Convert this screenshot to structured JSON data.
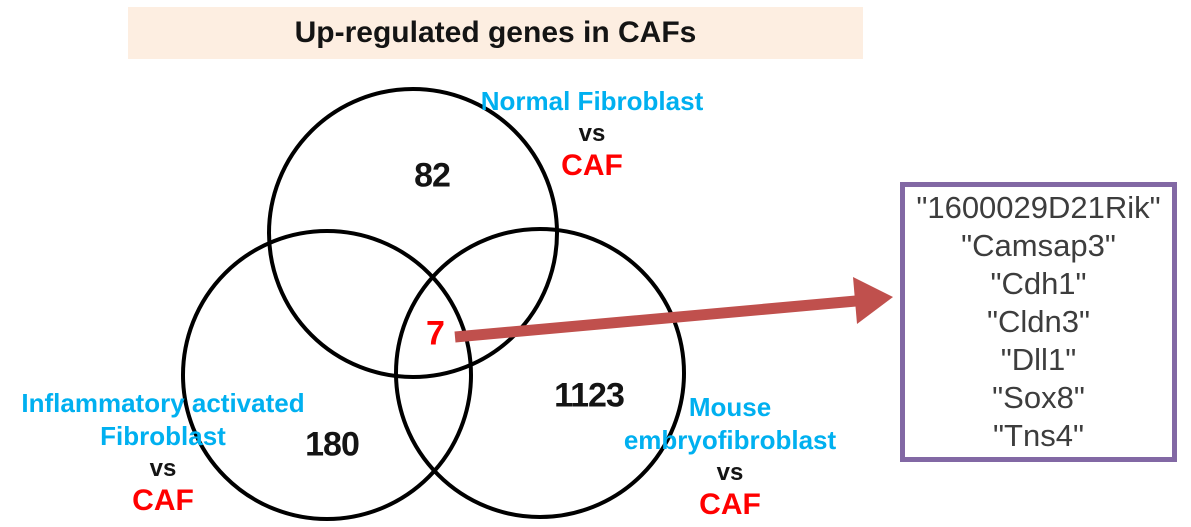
{
  "title": "Up-regulated genes in CAFs",
  "labels": {
    "normal": {
      "line1": "Normal Fibroblast",
      "vs": "vs",
      "caf": "CAF",
      "count": "82"
    },
    "inflammatory": {
      "line1": "Inflammatory activated",
      "line2": "Fibroblast",
      "vs": "vs",
      "caf": "CAF",
      "count": "180"
    },
    "mouse": {
      "line1": "Mouse",
      "line2": "embryofibroblast",
      "vs": "vs",
      "caf": "CAF",
      "count": "1123"
    }
  },
  "intersection": {
    "count": "7"
  },
  "gene_box": {
    "genes": [
      "\"1600029D21Rik\"",
      "\"Camsap3\"",
      "\"Cdh1\"",
      "\"Cldn3\"",
      "\"Dll1\"",
      "\"Sox8\"",
      "\"Tns4\""
    ]
  },
  "colors": {
    "label_blue": "#00b0f0",
    "caf_red": "#ff0000",
    "arrow_red": "#c0504d",
    "box_border_purple": "#8268a4",
    "title_bg": "#fdeee1",
    "gene_text": "#3d3d3d",
    "circle_stroke": "#000000"
  },
  "chart_data": {
    "type": "venn",
    "title": "Up-regulated genes in CAFs",
    "sets": [
      {
        "name": "Normal Fibroblast vs CAF",
        "unique_count": 82
      },
      {
        "name": "Inflammatory activated Fibroblast vs CAF",
        "unique_count": 180
      },
      {
        "name": "Mouse embryofibroblast vs CAF",
        "unique_count": 1123
      }
    ],
    "triple_intersection": {
      "count": 7,
      "genes": [
        "1600029D21Rik",
        "Camsap3",
        "Cdh1",
        "Cldn3",
        "Dll1",
        "Sox8",
        "Tns4"
      ]
    }
  }
}
